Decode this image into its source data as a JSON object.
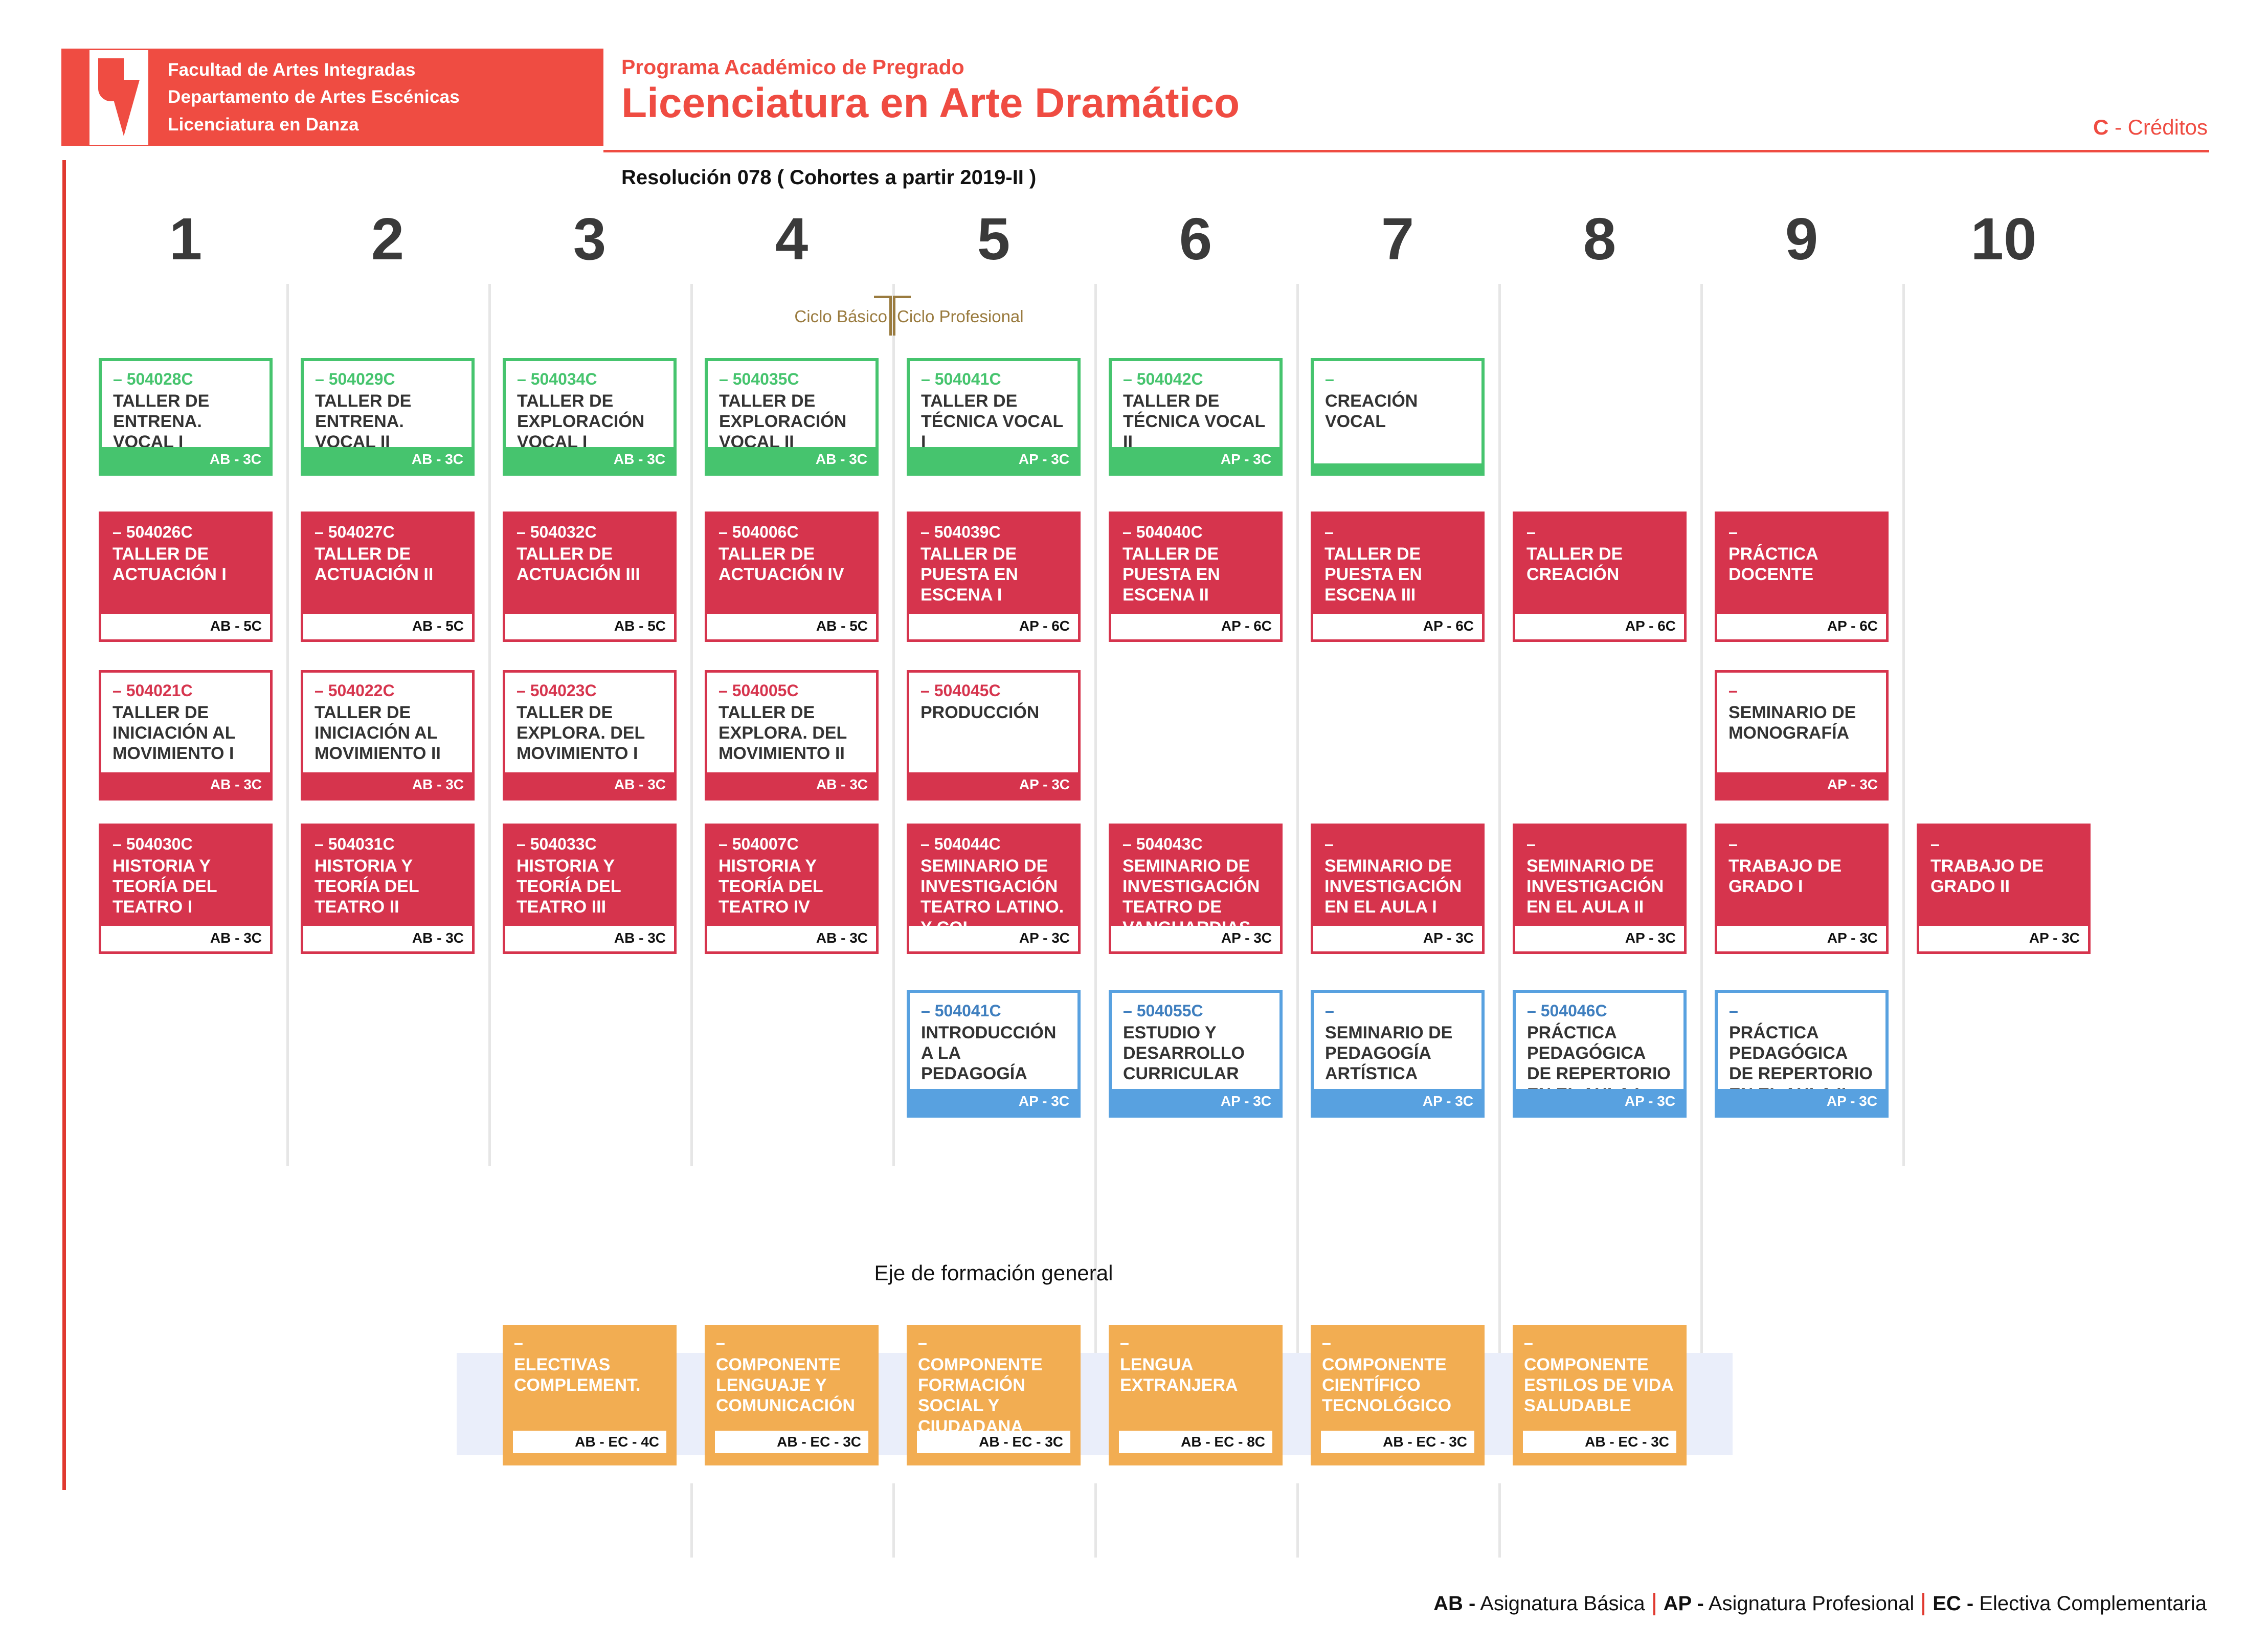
{
  "header": {
    "faculty_lines": [
      "Facultad de Artes Integradas",
      "Departamento de Artes Escénicas",
      "Licenciatura en Danza"
    ],
    "kicker": "Programa Académico de Pregrado",
    "title": "Licenciatura en Arte Dramático",
    "credits_abbr": "C",
    "credits_text": " - Créditos",
    "resolution": "Resolución 078 ( Cohortes a partir 2019-II )"
  },
  "semesters": [
    "1",
    "2",
    "3",
    "4",
    "5",
    "6",
    "7",
    "8",
    "9",
    "10"
  ],
  "cycles": [
    {
      "label": "Ciclo Básico"
    },
    {
      "label": "Ciclo Profesional"
    }
  ],
  "colors": {
    "brand_red": "#ef4c42",
    "box_red": "#d6344d",
    "green": "#46c46e",
    "blue": "#58a1e0",
    "orange": "#f2ad52",
    "cycle_brown": "#9a7b3f",
    "band": "#eaeefa"
  },
  "rows": [
    {
      "name": "vocal-row",
      "style": "green",
      "courses": [
        {
          "sem": 1,
          "code": "– 504028C",
          "name": "TALLER DE ENTRENA. VOCAL I",
          "credits": "AB - 3C"
        },
        {
          "sem": 2,
          "code": "– 504029C",
          "name": "TALLER DE ENTRENA. VOCAL II",
          "credits": "AB - 3C"
        },
        {
          "sem": 3,
          "code": "– 504034C",
          "name": "TALLER DE EXPLORACIÓN VOCAL I",
          "credits": "AB - 3C"
        },
        {
          "sem": 4,
          "code": "– 504035C",
          "name": "TALLER DE EXPLORACIÓN VOCAL II",
          "credits": "AB - 3C"
        },
        {
          "sem": 5,
          "code": "– 504041C",
          "name": "TALLER DE TÉCNICA VOCAL I",
          "credits": "AP - 3C"
        },
        {
          "sem": 6,
          "code": "– 504042C",
          "name": "TALLER DE TÉCNICA VOCAL II",
          "credits": "AP - 3C"
        },
        {
          "sem": 7,
          "code": "–",
          "name": "CREACIÓN VOCAL",
          "credits": ""
        }
      ]
    },
    {
      "name": "actuacion-row",
      "style": "redsolid",
      "courses": [
        {
          "sem": 1,
          "code": "– 504026C",
          "name": "TALLER DE ACTUACIÓN I",
          "credits": "AB - 5C"
        },
        {
          "sem": 2,
          "code": "– 504027C",
          "name": "TALLER DE ACTUACIÓN II",
          "credits": "AB - 5C"
        },
        {
          "sem": 3,
          "code": "– 504032C",
          "name": "TALLER DE ACTUACIÓN III",
          "credits": "AB - 5C"
        },
        {
          "sem": 4,
          "code": "– 504006C",
          "name": "TALLER DE ACTUACIÓN IV",
          "credits": "AB - 5C"
        },
        {
          "sem": 5,
          "code": "– 504039C",
          "name": "TALLER DE PUESTA EN ESCENA I",
          "credits": "AP - 6C"
        },
        {
          "sem": 6,
          "code": "– 504040C",
          "name": "TALLER DE PUESTA EN ESCENA II",
          "credits": "AP - 6C"
        },
        {
          "sem": 7,
          "code": "–",
          "name": "TALLER DE PUESTA EN ESCENA III",
          "credits": "AP - 6C"
        },
        {
          "sem": 8,
          "code": "–",
          "name": "TALLER DE CREACIÓN",
          "credits": "AP - 6C"
        },
        {
          "sem": 9,
          "code": "–",
          "name": "PRÁCTICA DOCENTE",
          "credits": "AP - 6C"
        }
      ]
    },
    {
      "name": "movimiento-row",
      "style": "redline",
      "courses": [
        {
          "sem": 1,
          "code": "– 504021C",
          "name": "TALLER DE INICIACIÓN AL MOVIMIENTO I",
          "credits": "AB - 3C"
        },
        {
          "sem": 2,
          "code": "– 504022C",
          "name": "TALLER DE INICIACIÓN AL MOVIMIENTO II",
          "credits": "AB - 3C"
        },
        {
          "sem": 3,
          "code": "– 504023C",
          "name": "TALLER DE EXPLORA. DEL MOVIMIENTO I",
          "credits": "AB - 3C"
        },
        {
          "sem": 4,
          "code": "– 504005C",
          "name": "TALLER DE EXPLORA. DEL MOVIMIENTO II",
          "credits": "AB - 3C"
        },
        {
          "sem": 5,
          "code": "– 504045C",
          "name": "PRODUCCIÓN",
          "credits": "AP - 3C"
        },
        {
          "sem": 9,
          "code": "–",
          "name": "SEMINARIO DE MONOGRAFÍA",
          "credits": "AP - 3C"
        }
      ]
    },
    {
      "name": "historia-row",
      "style": "redsolid",
      "courses": [
        {
          "sem": 1,
          "code": "– 504030C",
          "name": "HISTORIA Y TEORÍA DEL TEATRO I",
          "credits": "AB - 3C"
        },
        {
          "sem": 2,
          "code": "– 504031C",
          "name": "HISTORIA Y TEORÍA DEL TEATRO II",
          "credits": "AB - 3C"
        },
        {
          "sem": 3,
          "code": "– 504033C",
          "name": "HISTORIA Y TEORÍA DEL TEATRO III",
          "credits": "AB - 3C"
        },
        {
          "sem": 4,
          "code": "– 504007C",
          "name": "HISTORIA Y TEORÍA DEL TEATRO IV",
          "credits": "AB - 3C"
        },
        {
          "sem": 5,
          "code": "– 504044C",
          "name": "SEMINARIO DE INVESTIGACIÓN TEATRO LATINO. Y COL.",
          "credits": "AP - 3C"
        },
        {
          "sem": 6,
          "code": "– 504043C",
          "name": "SEMINARIO DE INVESTIGACIÓN TEATRO DE VANGUARDIAS",
          "credits": "AP - 3C"
        },
        {
          "sem": 7,
          "code": "–",
          "name": "SEMINARIO DE INVESTIGACIÓN EN EL AULA I",
          "credits": "AP - 3C"
        },
        {
          "sem": 8,
          "code": "–",
          "name": "SEMINARIO DE INVESTIGACIÓN EN EL AULA II",
          "credits": "AP - 3C"
        },
        {
          "sem": 9,
          "code": "–",
          "name": "TRABAJO DE GRADO I",
          "credits": "AP - 3C"
        },
        {
          "sem": 10,
          "code": "–",
          "name": "TRABAJO DE GRADO II",
          "credits": "AP - 3C"
        }
      ]
    },
    {
      "name": "pedagogia-row",
      "style": "blue",
      "courses": [
        {
          "sem": 5,
          "code": "– 504041C",
          "name": "INTRODUCCIÓN A LA PEDAGOGÍA",
          "credits": "AP - 3C"
        },
        {
          "sem": 6,
          "code": "– 504055C",
          "name": "ESTUDIO Y DESARROLLO CURRICULAR",
          "credits": "AP - 3C"
        },
        {
          "sem": 7,
          "code": "–",
          "name": "SEMINARIO DE PEDAGOGÍA ARTÍSTICA",
          "credits": "AP - 3C"
        },
        {
          "sem": 8,
          "code": "– 504046C",
          "name": "PRÁCTICA PEDAGÓGICA DE REPERTORIO EN EL AULA I",
          "credits": "AP - 3C"
        },
        {
          "sem": 9,
          "code": "–",
          "name": "PRÁCTICA PEDAGÓGICA DE REPERTORIO EN EL AULA II",
          "credits": "AP - 3C"
        }
      ]
    }
  ],
  "eje": {
    "title": "Eje de formación general",
    "style": "orange",
    "courses": [
      {
        "sem": 3,
        "code": "–",
        "name": "ELECTIVAS COMPLEMENT.",
        "credits": "AB - EC - 4C"
      },
      {
        "sem": 4,
        "code": "–",
        "name": "COMPONENTE LENGUAJE Y COMUNICACIÓN",
        "credits": "AB - EC - 3C"
      },
      {
        "sem": 5,
        "code": "–",
        "name": "COMPONENTE FORMACIÓN SOCIAL Y CIUDADANA",
        "credits": "AB - EC - 3C"
      },
      {
        "sem": 6,
        "code": "–",
        "name": "LENGUA EXTRANJERA",
        "credits": "AB - EC - 8C"
      },
      {
        "sem": 7,
        "code": "–",
        "name": "COMPONENTE CIENTÍFICO TECNOLÓGICO",
        "credits": "AB - EC - 3C"
      },
      {
        "sem": 8,
        "code": "–",
        "name": "COMPONENTE ESTILOS DE VIDA SALUDABLE",
        "credits": "AB - EC - 3C"
      }
    ]
  },
  "legend": [
    {
      "abbr": "AB -",
      "text": " Asignatura Básica"
    },
    {
      "abbr": "AP -",
      "text": " Asignatura Profesional"
    },
    {
      "abbr": "EC -",
      "text": " Electiva Complementaria"
    }
  ]
}
